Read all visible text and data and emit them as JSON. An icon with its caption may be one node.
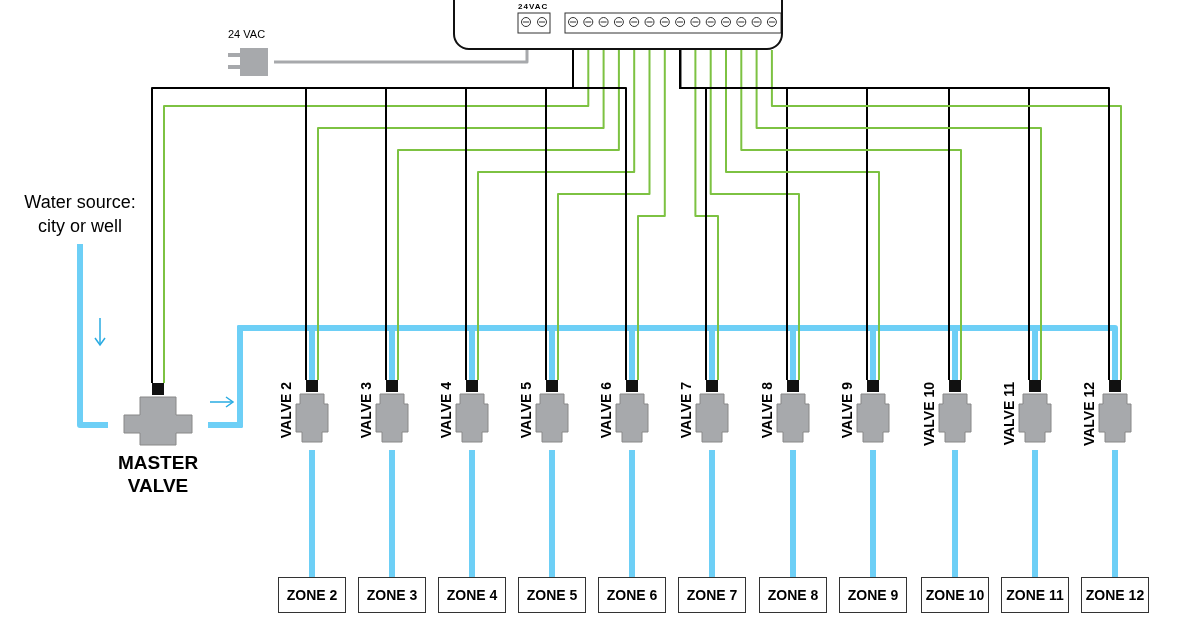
{
  "diagram": {
    "nodes": [
      {
        "text": [
          "24VAC"
        ]
      },
      {
        "text": [
          "24 VAC"
        ]
      },
      {
        "text": [
          "Water source: city or well"
        ]
      },
      {
        "text": [
          "MASTER VALVE"
        ]
      },
      {
        "text": [
          "VALVE 2"
        ]
      },
      {
        "text": [
          "VALVE 3"
        ]
      },
      {
        "text": [
          "VALVE 4"
        ]
      },
      {
        "text": [
          "VALVE 5"
        ]
      },
      {
        "text": [
          "VALVE 6"
        ]
      },
      {
        "text": [
          "VALVE 7"
        ]
      },
      {
        "text": [
          "VALVE 8"
        ]
      },
      {
        "text": [
          "VALVE 9"
        ]
      },
      {
        "text": [
          "VALVE 10"
        ]
      },
      {
        "text": [
          "VALVE 11"
        ]
      },
      {
        "text": [
          "VALVE 12"
        ]
      },
      {
        "text": [
          "ZONE 2"
        ]
      },
      {
        "text": [
          "ZONE 3"
        ]
      },
      {
        "text": [
          "ZONE 4"
        ]
      },
      {
        "text": [
          "ZONE 5"
        ]
      },
      {
        "text": [
          "ZONE 6"
        ]
      },
      {
        "text": [
          "ZONE 7"
        ]
      },
      {
        "text": [
          "ZONE 8"
        ]
      },
      {
        "text": [
          "ZONE 9"
        ]
      },
      {
        "text": [
          "ZONE 10"
        ]
      },
      {
        "text": [
          "ZONE 11"
        ]
      },
      {
        "text": [
          "ZONE 12"
        ]
      }
    ],
    "edges": [
      {
        "from": 1,
        "to": 0,
        "arrow": "none",
        "color": "#a7a9ac"
      },
      {
        "from": 2,
        "to": 3,
        "arrow": "none",
        "style": "thick"
      },
      {
        "from": 0,
        "to": 3,
        "arrow": "none",
        "color": "#7dc242"
      },
      {
        "from": 0,
        "to": 3,
        "arrow": "none",
        "color": "#000000"
      },
      {
        "from": 0,
        "to": 4,
        "arrow": "none",
        "color": "#7dc242"
      },
      {
        "from": 0,
        "to": 4,
        "arrow": "none",
        "color": "#000000"
      },
      {
        "from": 0,
        "to": 5,
        "arrow": "none",
        "color": "#7dc242"
      },
      {
        "from": 0,
        "to": 5,
        "arrow": "none",
        "color": "#000000"
      },
      {
        "from": 0,
        "to": 6,
        "arrow": "none",
        "color": "#7dc242"
      },
      {
        "from": 0,
        "to": 6,
        "arrow": "none",
        "color": "#000000"
      },
      {
        "from": 0,
        "to": 7,
        "arrow": "none",
        "color": "#7dc242"
      },
      {
        "from": 0,
        "to": 7,
        "arrow": "none",
        "color": "#000000"
      },
      {
        "from": 0,
        "to": 8,
        "arrow": "none",
        "color": "#7dc242"
      },
      {
        "from": 0,
        "to": 8,
        "arrow": "none",
        "color": "#000000"
      },
      {
        "from": 0,
        "to": 9,
        "arrow": "none",
        "color": "#7dc242"
      },
      {
        "from": 0,
        "to": 9,
        "arrow": "none",
        "color": "#000000"
      },
      {
        "from": 0,
        "to": 10,
        "arrow": "none",
        "color": "#7dc242"
      },
      {
        "from": 0,
        "to": 10,
        "arrow": "none",
        "color": "#000000"
      },
      {
        "from": 0,
        "to": 11,
        "arrow": "none",
        "color": "#7dc242"
      },
      {
        "from": 0,
        "to": 11,
        "arrow": "none",
        "color": "#000000"
      },
      {
        "from": 0,
        "to": 12,
        "arrow": "none",
        "color": "#7dc242"
      },
      {
        "from": 0,
        "to": 12,
        "arrow": "none",
        "color": "#000000"
      },
      {
        "from": 0,
        "to": 13,
        "arrow": "none",
        "color": "#7dc242"
      },
      {
        "from": 0,
        "to": 13,
        "arrow": "none",
        "color": "#000000"
      },
      {
        "from": 0,
        "to": 14,
        "arrow": "none",
        "color": "#7dc242"
      },
      {
        "from": 0,
        "to": 14,
        "arrow": "none",
        "color": "#000000"
      },
      {
        "from": 3,
        "to": 4,
        "arrow": "none",
        "style": "thick"
      },
      {
        "from": 3,
        "to": 5,
        "arrow": "none",
        "style": "thick"
      },
      {
        "from": 3,
        "to": 6,
        "arrow": "none",
        "style": "thick"
      },
      {
        "from": 3,
        "to": 7,
        "arrow": "none",
        "style": "thick"
      },
      {
        "from": 3,
        "to": 8,
        "arrow": "none",
        "style": "thick"
      },
      {
        "from": 3,
        "to": 9,
        "arrow": "none",
        "style": "thick"
      },
      {
        "from": 3,
        "to": 10,
        "arrow": "none",
        "style": "thick"
      },
      {
        "from": 3,
        "to": 11,
        "arrow": "none",
        "style": "thick"
      },
      {
        "from": 3,
        "to": 12,
        "arrow": "none",
        "style": "thick"
      },
      {
        "from": 3,
        "to": 13,
        "arrow": "none",
        "style": "thick"
      },
      {
        "from": 3,
        "to": 14,
        "arrow": "none",
        "style": "thick"
      },
      {
        "from": 4,
        "to": 15,
        "arrow": "none",
        "style": "thick"
      },
      {
        "from": 5,
        "to": 16,
        "arrow": "none",
        "style": "thick"
      },
      {
        "from": 6,
        "to": 17,
        "arrow": "none",
        "style": "thick"
      },
      {
        "from": 7,
        "to": 18,
        "arrow": "none",
        "style": "thick"
      },
      {
        "from": 8,
        "to": 19,
        "arrow": "none",
        "style": "thick"
      },
      {
        "from": 9,
        "to": 20,
        "arrow": "none",
        "style": "thick"
      },
      {
        "from": 10,
        "to": 21,
        "arrow": "none",
        "style": "thick"
      },
      {
        "from": 11,
        "to": 22,
        "arrow": "none",
        "style": "thick"
      },
      {
        "from": 12,
        "to": 23,
        "arrow": "none",
        "style": "thick"
      },
      {
        "from": 13,
        "to": 24,
        "arrow": "none",
        "style": "thick"
      },
      {
        "from": 14,
        "to": 25,
        "arrow": "none",
        "style": "thick"
      }
    ]
  }
}
